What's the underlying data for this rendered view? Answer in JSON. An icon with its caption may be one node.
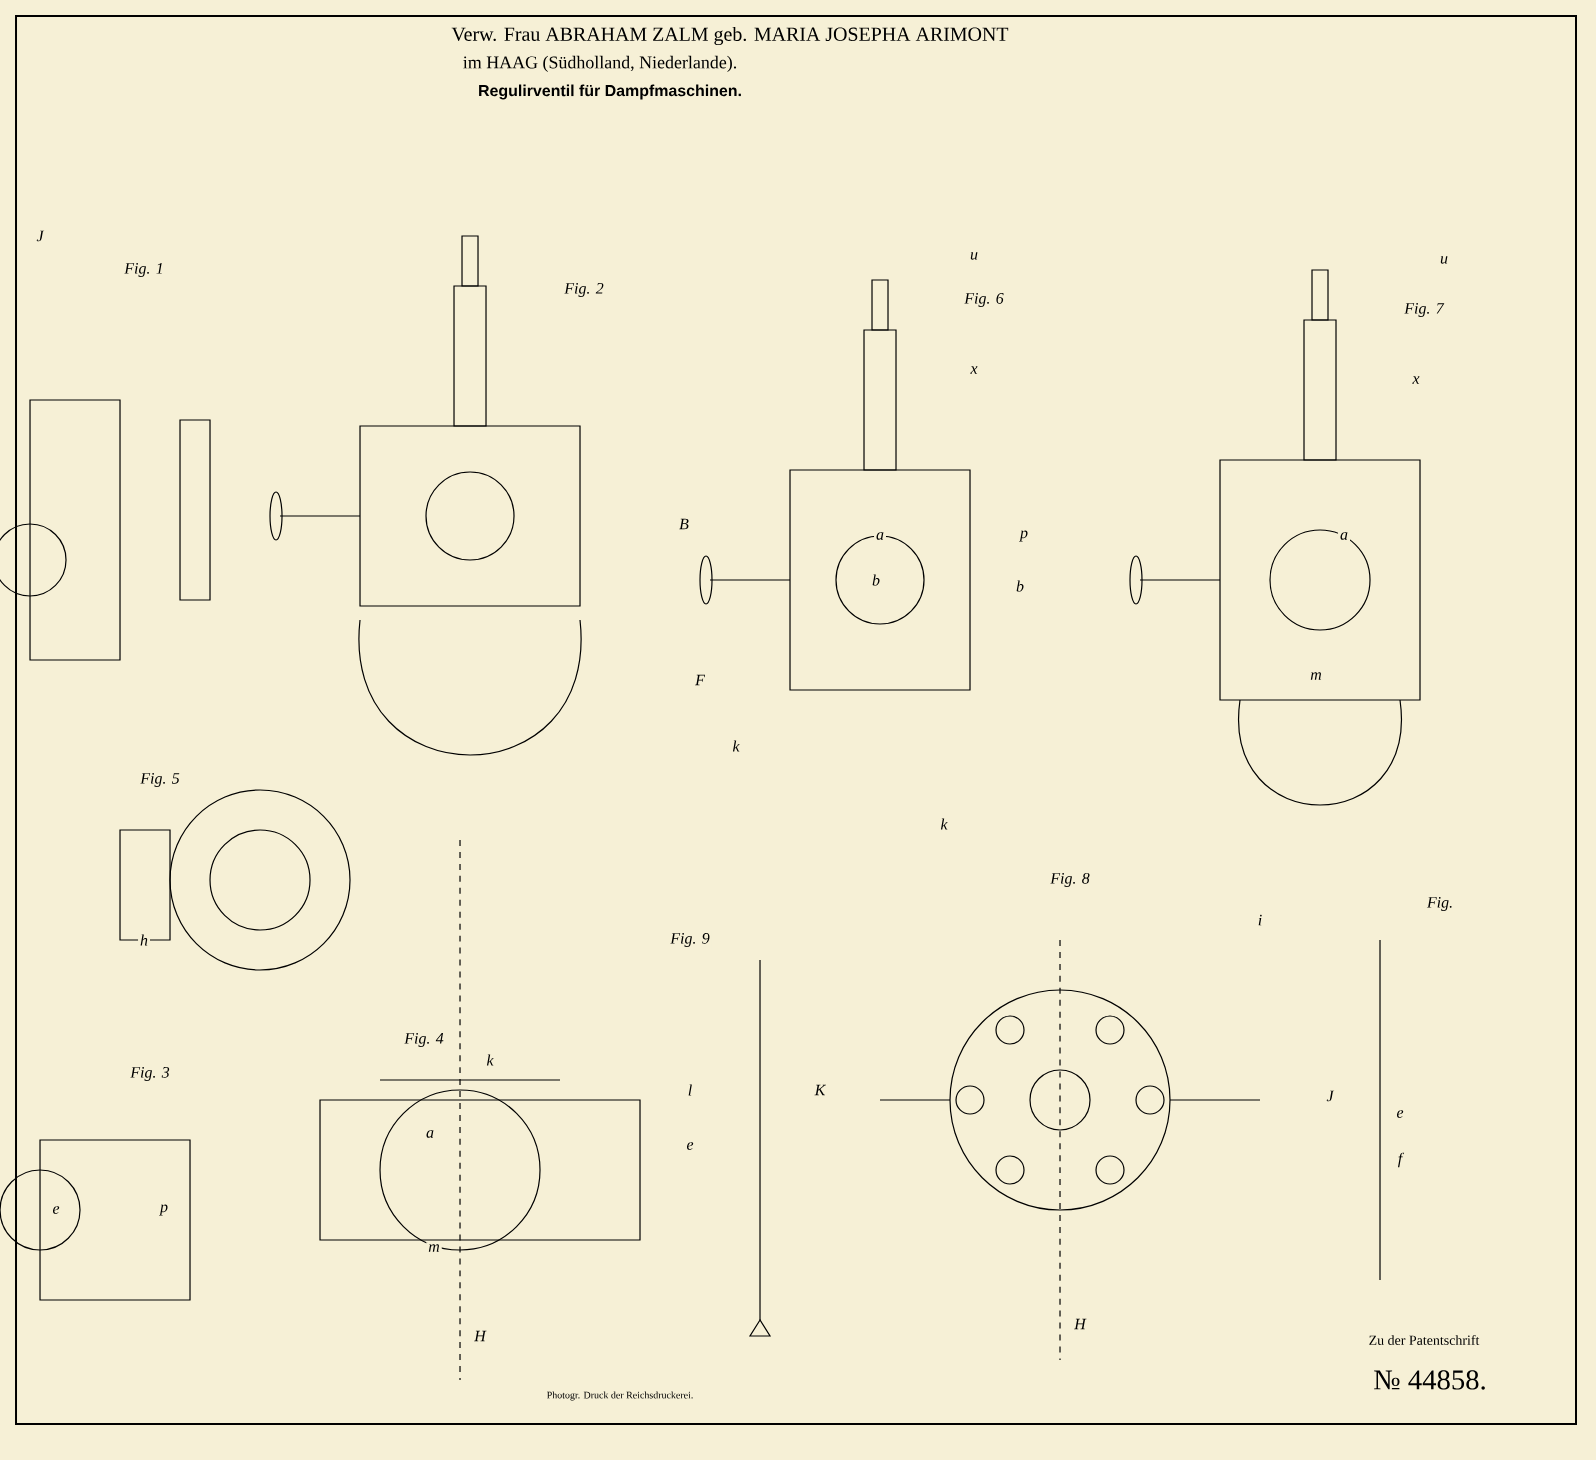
{
  "diagram": {
    "title": "Regulirventil für Dampfmaschinen.",
    "labels": [
      "Verw. Frau ABRAHAM ZALM geb. MARIA JOSEPHA ARIMONT",
      "im HAAG (Südholland, Niederlande).",
      "J",
      "Fig. 1",
      "Fig. 2",
      "u",
      "Fig. 6",
      "u",
      "Fig. 7",
      "x",
      "x",
      "a",
      "B",
      "p",
      "a",
      "b",
      "b",
      "F",
      "m",
      "k",
      "k",
      "Fig. 5",
      "h",
      "Fig. 8",
      "Fig.",
      "i",
      "Fig. 9",
      "Fig. 4",
      "k",
      "Fig. 3",
      "K",
      "J",
      "l",
      "e",
      "p",
      "e",
      "a",
      "e",
      "f",
      "m",
      "H",
      "H",
      "Zu der Patentschrift",
      "№ 44858.",
      "Photogr. Druck der Reichsdruckerei."
    ]
  }
}
